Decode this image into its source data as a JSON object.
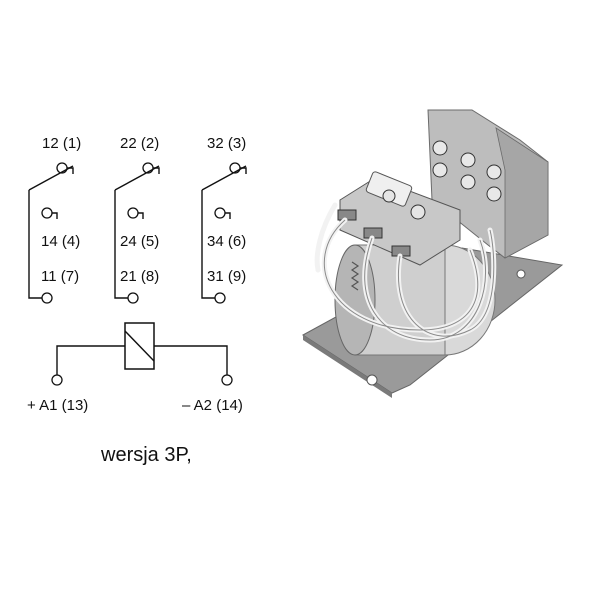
{
  "schematic": {
    "contacts": [
      {
        "no": "12 (1)",
        "nc": "14 (4)",
        "com": "11 (7)"
      },
      {
        "no": "22 (2)",
        "nc": "24 (5)",
        "com": "21 (8)"
      },
      {
        "no": "32 (3)",
        "nc": "34 (6)",
        "com": "31 (9)"
      }
    ],
    "coil": {
      "a1_label": "+ A1 (13)",
      "a2_label": "– A2 (14)"
    }
  },
  "caption": "wersja 3P,",
  "photo": {
    "subject": "relay-photo",
    "base_color": "#9a9a9a",
    "housing_color": "#bdbdbd",
    "wire_color": "#f2f2f2"
  }
}
